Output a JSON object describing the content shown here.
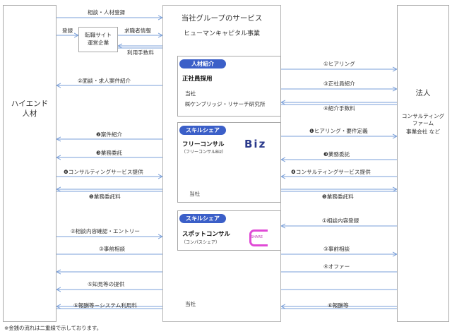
{
  "left_entity": {
    "line1": "ハイエンド",
    "line2": "人材"
  },
  "right_entity": {
    "title": "法人",
    "sub1": "コンサルティング",
    "sub2": "ファーム",
    "sub3": "事業会社 など"
  },
  "group": {
    "title": "当社グループのサービス",
    "subtitle": "ヒューマンキャピタル事業"
  },
  "job_site": {
    "line1": "転職サイト",
    "line2": "運営企業"
  },
  "top_flows": {
    "consult_register": "相談・人材登録",
    "register": "登録",
    "job_info": "求職者情報",
    "usage_fee": "利用手数料"
  },
  "section1": {
    "pill": "人材紹介",
    "title": "正社員採用",
    "company1": "当社",
    "company2": "㈱ケンブリッジ・リサーチ研究所",
    "left_flow": "②面談・求人案件紹介",
    "right_flows": [
      "①ヒアリング",
      "③正社員紹介",
      "④紹介手数料"
    ]
  },
  "section2": {
    "pill": "スキルシェア",
    "title": "フリーコンサル",
    "subtitle": "（フリーコンサルBiz）",
    "logo_text": "Biz",
    "company": "当社",
    "left_flows": [
      "❷案件紹介",
      "❸業務委託",
      "❹コンサルティングサービス提供",
      "❺業務委託料"
    ],
    "right_flows": [
      "❶ヒアリング・要件定義",
      "❸業務委託",
      "❹コンサルティングサービス提供",
      "❺業務委託料"
    ]
  },
  "section3": {
    "pill": "スキルシェア",
    "title": "スポットコンサル",
    "subtitle": "（コンパスシェア）",
    "logo_text": "SHARE",
    "company": "当社",
    "left_flows": [
      "②相談内容確認・エントリー",
      "③事前相談",
      "⑤知見等の提供",
      "⑥報酬等－システム利用料"
    ],
    "right_flows": [
      "①相談内容登録",
      "③事前相談",
      "④オファー",
      "⑥報酬等"
    ]
  },
  "footnote": "※金銭の流れは二重線で示しております。"
}
